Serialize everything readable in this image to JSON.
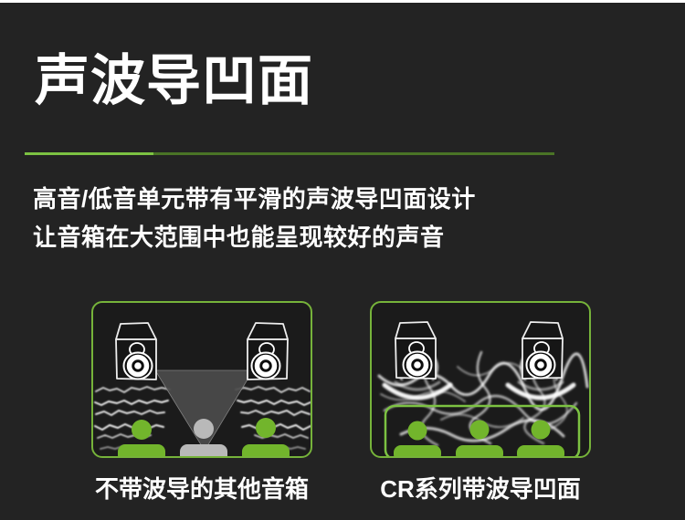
{
  "page": {
    "background": "#232323",
    "top_strip_color": "#ffffff"
  },
  "header": {
    "title": "声波导凹面",
    "underline_bright_color": "#7cc242",
    "underline_dark_color": "#4a7426"
  },
  "subtitle": {
    "line1": "高音/低音单元带有平滑的声波导凹面设计",
    "line2": "让音箱在大范围中也能呈现较好的声音"
  },
  "colors": {
    "accent_green": "#7cc242",
    "panel_border_green": "#76b33a",
    "person_green": "#72b52c",
    "person_gray": "#b9b9b9",
    "beam_gray": "#4b4b4b",
    "wave_white": "#ffffff",
    "panel_background": "#1b1b1b"
  },
  "comparison": {
    "left_panel": {
      "caption": "不带波导的其他音箱",
      "audience": [
        "green",
        "gray",
        "green"
      ]
    },
    "right_panel": {
      "caption": "CR系列带波导凹面",
      "audience": [
        "green",
        "green",
        "green"
      ]
    }
  }
}
